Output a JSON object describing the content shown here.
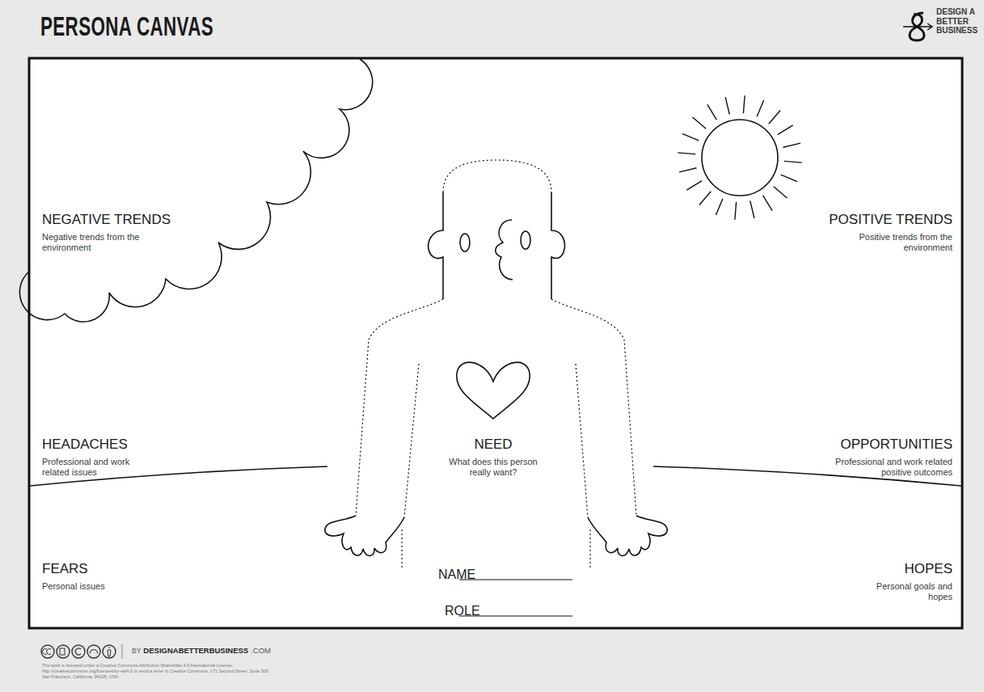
{
  "diagram": {
    "title": "PERSONA CANVAS",
    "labels": [
      "DESIGN A BETTER BUSINESS",
      "NEGATIVE TRENDS",
      "Negative trends from the environment",
      "POSITIVE TRENDS",
      "Positive trends from the environment",
      "HEADACHES",
      "Professional and work related issues",
      "NEED",
      "What does this person really want?",
      "OPPORTUNITIES",
      "Professional and work related positive outcomes",
      "FEARS",
      "Personal issues",
      "HOPES",
      "Personal goals and hopes",
      "NAME",
      "ROLE",
      "BY",
      "DESIGNABETTERBUSINESS",
      ".COM",
      "The work is licensed under a Creative Commons Attribution-ShareAlike 4.0 International License. http://creativecommons.org/licenses/by-sa/4.0 or send a letter to Creative Commons, 171 Second Street, Suite 300, San Francisco, California, 94105, USA."
    ]
  }
}
